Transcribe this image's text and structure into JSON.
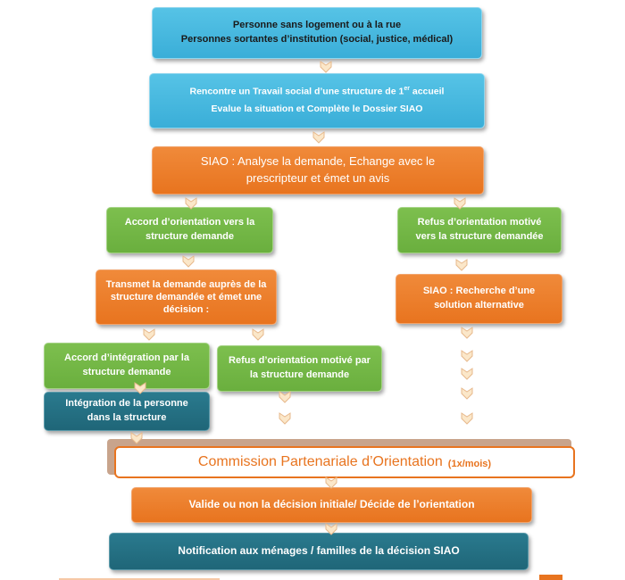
{
  "boxes": {
    "entry": {
      "line1": "Personne sans logement ou à la rue",
      "line2": "Personnes sortantes d’institution (social, justice, médical)"
    },
    "meeting": {
      "line1_pre": "Rencontre un Travail social d’une structure de 1",
      "line1_sup": "er",
      "line1_post": " accueil",
      "line2": "Evalue la situation et Complète le Dossier SIAO"
    },
    "siao_analysis": "SIAO :  Analyse la demande, Echange avec le prescripteur et émet un avis",
    "accord_orientation": "Accord d’orientation vers la structure demande",
    "refus_orientation": "Refus d’orientation motivé vers la structure demandée",
    "transmet": "Transmet la demande auprès de la structure demandée et émet une décision :",
    "siao_recherche": "SIAO : Recherche d’une solution alternative",
    "accord_integration": "Accord d’intégration par la structure demande",
    "refus_structure": "Refus d’orientation motivé par la structure demande",
    "integration": "Intégration de la personne dans la structure",
    "commission": {
      "title": "Commission Partenariale d’Orientation",
      "frequency": "(1x/mois)"
    },
    "valide": "Valide ou non la décision initiale/ Décide de l’orientation",
    "notification": "Notification aux ménages / familles de la décision SIAO"
  },
  "colors": {
    "blue": "#4bb9e0",
    "orange": "#e8741f",
    "green": "#72b545",
    "teal": "#236f82",
    "arrow_fill": "#fbe7c9",
    "arrow_stroke": "#e7b98c"
  }
}
